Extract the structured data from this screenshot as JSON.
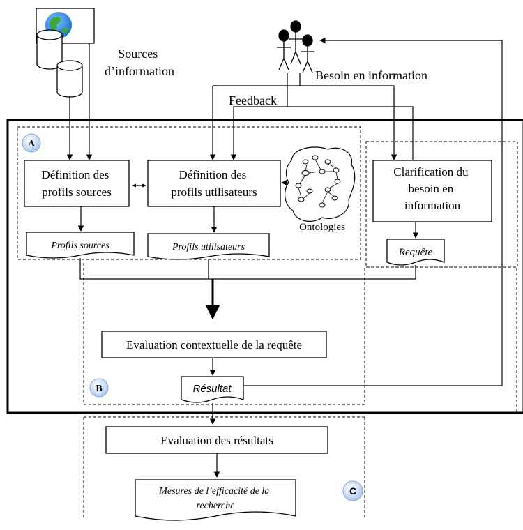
{
  "labels": {
    "sources": [
      "Sources",
      "d’information"
    ],
    "besoin": "Besoin en information",
    "feedback": "Feedback",
    "ontologies": "Ontologies"
  },
  "badges": {
    "a": "A",
    "b": "B",
    "c": "C"
  },
  "boxes": {
    "def_sources": [
      "Définition des",
      "profils sources"
    ],
    "def_users": [
      "Définition des",
      "profils utilisateurs"
    ],
    "clarification": [
      "Clarification du",
      "besoin en",
      "information"
    ],
    "evaluation_ctx": "Evaluation contextuelle de la requête",
    "evaluation_res": "Evaluation des résultats"
  },
  "documents": {
    "profils_sources": "Profils sources",
    "profils_users": "Profils utilisateurs",
    "requete": "Requête",
    "resultat": "Résultat",
    "mesures": [
      "Mesures de l’efficacité de la",
      "recherche"
    ]
  },
  "colors": {
    "globe_ocean": "#1f6fd1",
    "globe_land": "#3aa83a",
    "badge_fill": "#c9dbf2"
  }
}
